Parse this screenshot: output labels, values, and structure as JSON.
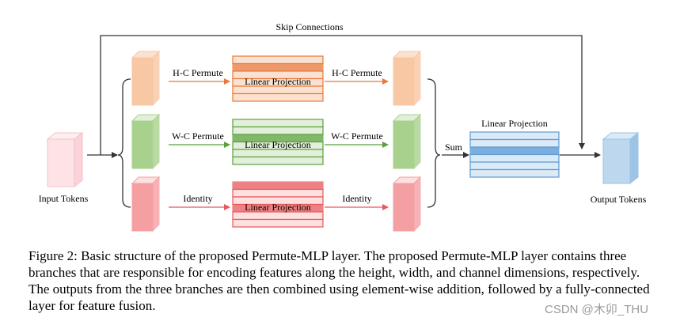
{
  "diagram": {
    "skip_label": "Skip Connections",
    "input_label": "Input Tokens",
    "output_label": "Output Tokens",
    "sum_label": "Sum",
    "final_proj_label": "Linear Projection",
    "branches": [
      {
        "left_label": "H-C Permute",
        "proj_label": "Linear Projection",
        "right_label": "H-C Permute",
        "color": "#e8783a",
        "light": "#f8c7a4",
        "fill": "#fbe2d0"
      },
      {
        "left_label": "W-C Permute",
        "proj_label": "Linear Projection",
        "right_label": "W-C Permute",
        "color": "#5aa03c",
        "light": "#a9d18e",
        "fill": "#e2efda"
      },
      {
        "left_label": "Identity",
        "proj_label": "Linear Projection",
        "right_label": "Identity",
        "color": "#e8585a",
        "light": "#f4a0a2",
        "fill": "#fde0e0"
      }
    ],
    "input_color": "#fde3e6",
    "output_color": "#bdd7ee",
    "final_color": "#5b9bd5",
    "final_light": "#dbeaf7"
  },
  "caption": "Figure 2: Basic structure of the proposed Permute-MLP layer. The proposed Permute-MLP layer contains three branches that are responsible for encoding features along the height, width, and channel dimensions, respectively. The outputs from the three branches are then combined using element-wise addition, followed by a fully-connected layer for feature fusion.",
  "watermark": "CSDN @木卯_THU"
}
